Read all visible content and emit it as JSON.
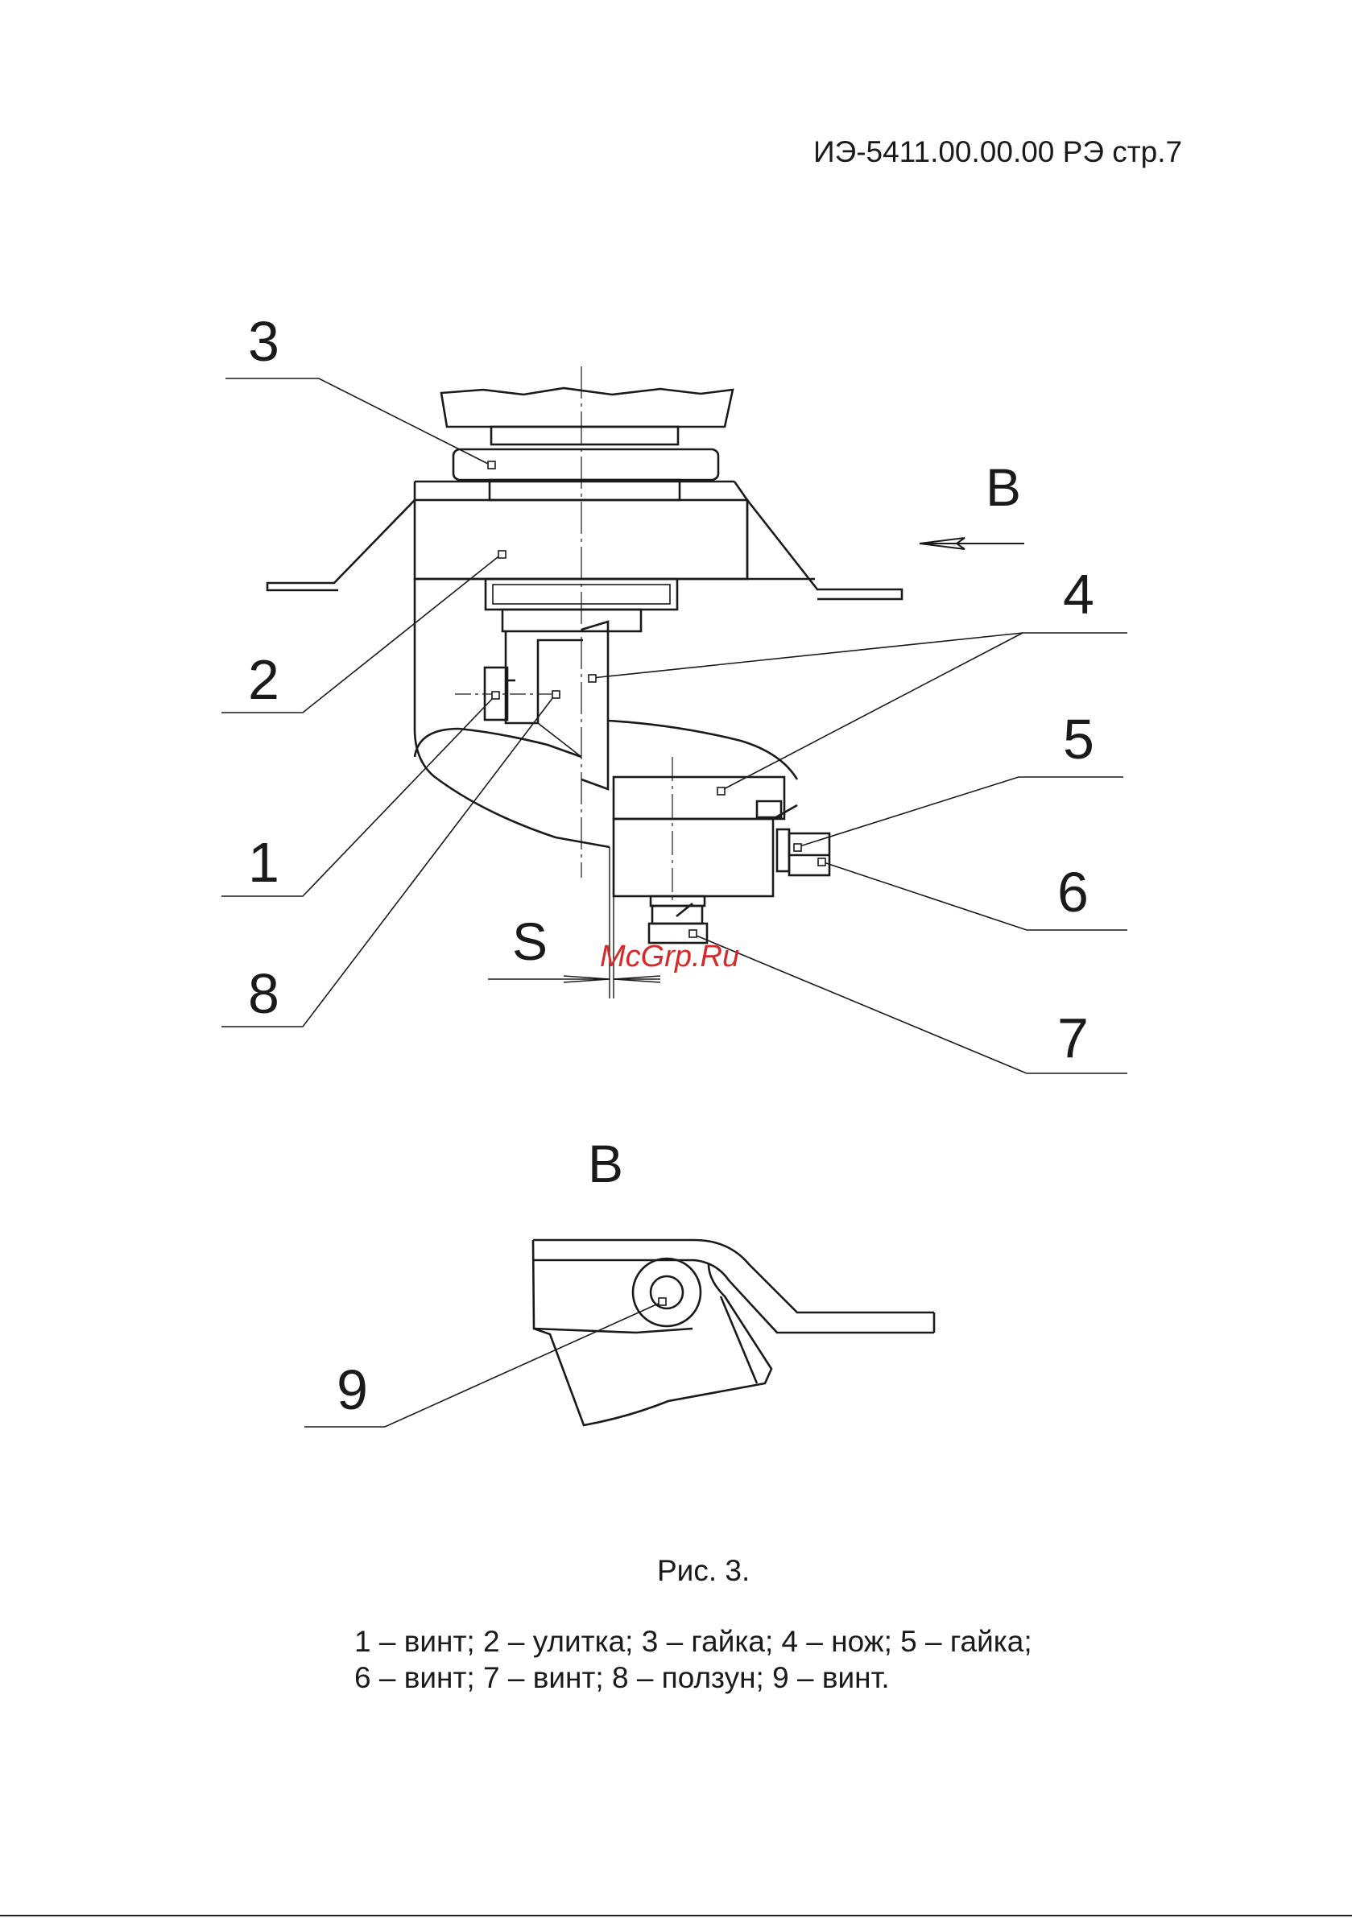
{
  "header": {
    "doc_code": "ИЭ-5411.00.00.00 РЭ стр.7"
  },
  "figure": {
    "view_label": "В",
    "section_label": "В",
    "gap_label": "S",
    "callouts": [
      "1",
      "2",
      "3",
      "4",
      "5",
      "6",
      "7",
      "8",
      "9"
    ]
  },
  "watermark": "McGrp.Ru",
  "caption": "Рис. 3.",
  "legend": {
    "line1": "1 – винт; 2 – улитка; 3 – гайка; 4 – нож; 5 – гайка;",
    "line2": "6 – винт; 7 – винт; 8 – ползун; 9 – винт."
  }
}
